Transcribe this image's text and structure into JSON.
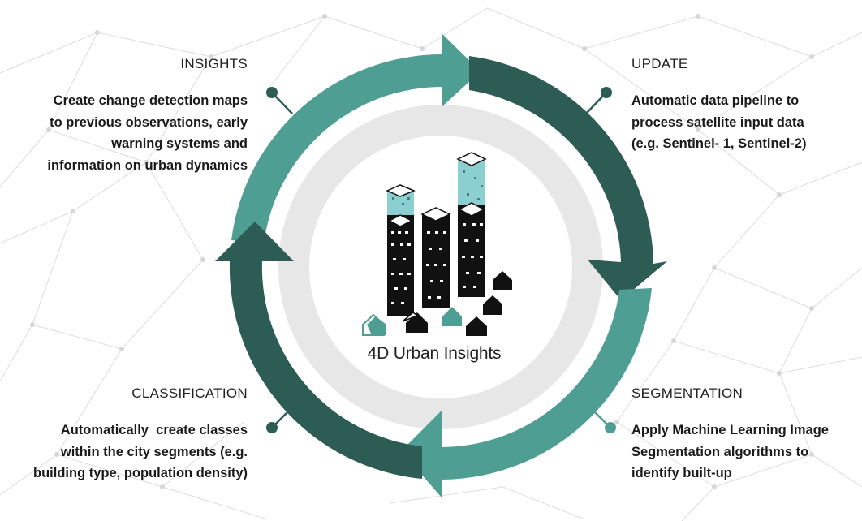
{
  "logo": {
    "text": "4D Urban Insights"
  },
  "steps": {
    "insights": {
      "title": "INSIGHTS",
      "lines": [
        "Create change detection maps",
        "to previous observations, early",
        "warning systems and",
        "information on urban dynamics"
      ]
    },
    "update": {
      "title": "UPDATE",
      "lines": [
        "Automatic data pipeline to",
        "process satellite input data",
        "(e.g. Sentinel- 1, Sentinel-2)"
      ]
    },
    "classification": {
      "title": "CLASSIFICATION",
      "lines": [
        "Automatically  create classes",
        "within the city segments (e.g.",
        "building type, population density)"
      ]
    },
    "segmentation": {
      "title": "SEGMENTATION",
      "lines": [
        "Apply Machine Learning Image",
        "Segmentation algorithms to",
        "identify built-up"
      ]
    }
  },
  "colors": {
    "teal": "#4e9e93",
    "dark_green": "#2c5c54",
    "light_teal": "#8ccfd0",
    "ring_grey": "#e8e8e8",
    "network": "#d0d0d0"
  }
}
